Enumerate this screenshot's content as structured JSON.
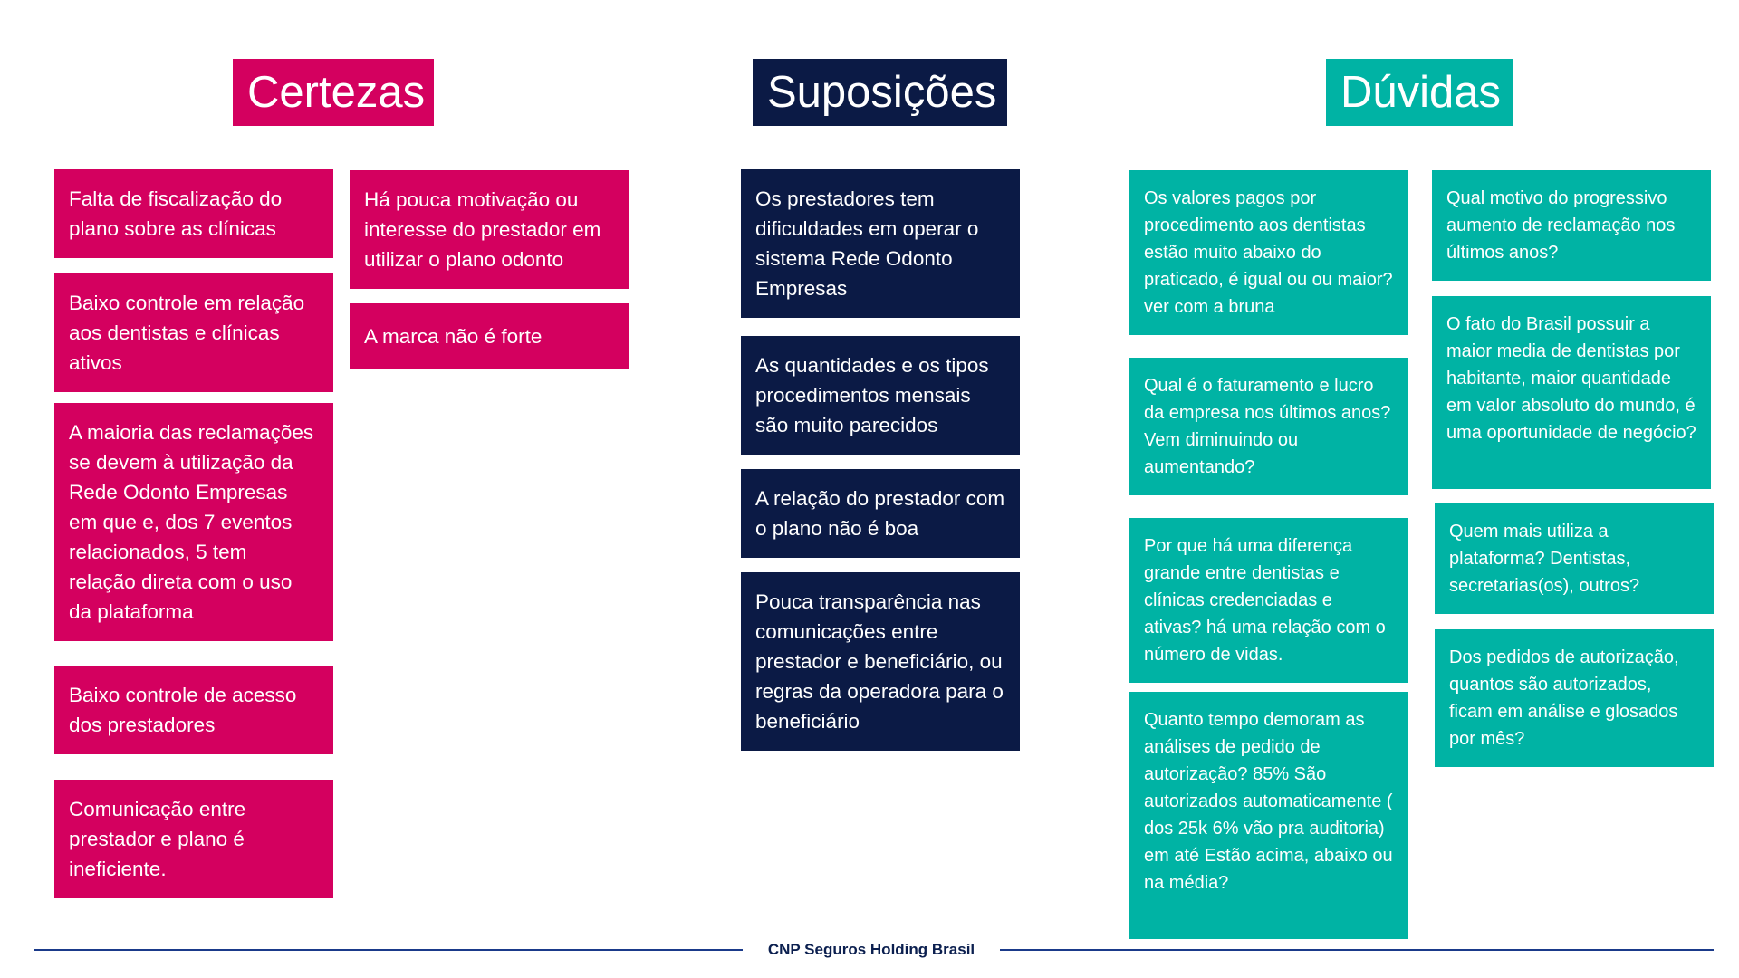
{
  "colors": {
    "certezas": "#d4005f",
    "suposicoes": "#0b1a45",
    "duvidas": "#00b3a4",
    "footer_line": "#1a3a8a",
    "footer_text": "#0b1f4f"
  },
  "certezas": {
    "title": "Certezas",
    "items": [
      "Falta de fiscalização do plano sobre as clínicas",
      "Baixo controle em relação aos dentistas e clínicas ativos",
      "A maioria das reclamações se devem à utilização da Rede Odonto Empresas em que e, dos 7 eventos relacionados, 5 tem relação direta com o uso da plataforma",
      "Baixo controle de acesso dos prestadores",
      "Comunicação entre prestador e plano é ineficiente.",
      "Há pouca motivação ou interesse do prestador em utilizar o plano odonto",
      "A marca não é forte"
    ]
  },
  "suposicoes": {
    "title": "Suposições",
    "items": [
      "Os prestadores tem dificuldades em operar o sistema Rede Odonto Empresas",
      "As quantidades e os tipos procedimentos mensais são muito parecidos",
      "A relação do prestador com o plano não é boa",
      "Pouca transparência nas comunicações entre prestador e beneficiário, ou regras da operadora para o beneficiário"
    ]
  },
  "duvidas": {
    "title": "Dúvidas",
    "items": [
      "Os valores pagos por procedimento aos dentistas estão muito abaixo do praticado, é igual ou ou maior? ver com a bruna",
      "Qual é o faturamento e lucro da empresa nos últimos anos? Vem diminuindo ou aumentando?",
      "Por que há uma diferença grande entre dentistas e clínicas credenciadas e ativas? há uma relação com o número de vidas.",
      "Quanto tempo demoram as análises de pedido de autorização? 85% São autorizados automaticamente ( dos 25k 6% vão pra auditoria) em até Estão acima, abaixo ou na média?",
      "Qual motivo do progressivo aumento de reclamação nos últimos anos?",
      "O fato do Brasil possuir a maior media de dentistas por habitante, maior quantidade em valor absoluto do mundo, é uma oportunidade de negócio?",
      "Quem mais utiliza a plataforma? Dentistas, secretarias(os), outros?",
      "Dos pedidos de autorização, quantos são autorizados, ficam em análise e glosados por mês?"
    ]
  },
  "footer": {
    "text": "CNP Seguros Holding Brasil"
  }
}
